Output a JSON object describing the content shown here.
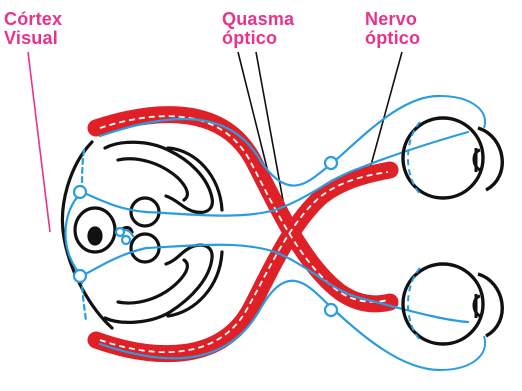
{
  "labels": {
    "cortex": {
      "line1": "Córtex",
      "line2": "Visual"
    },
    "quiasma": {
      "line1": "Quasma",
      "line2": "óptico"
    },
    "nervo": {
      "line1": "Nervo",
      "line2": "óptico"
    }
  },
  "colors": {
    "label_text": "#e8338a",
    "nerve_red": "#e02027",
    "fiber_blue": "#2a9de0",
    "outline_black": "#111111",
    "background": "#ffffff"
  }
}
